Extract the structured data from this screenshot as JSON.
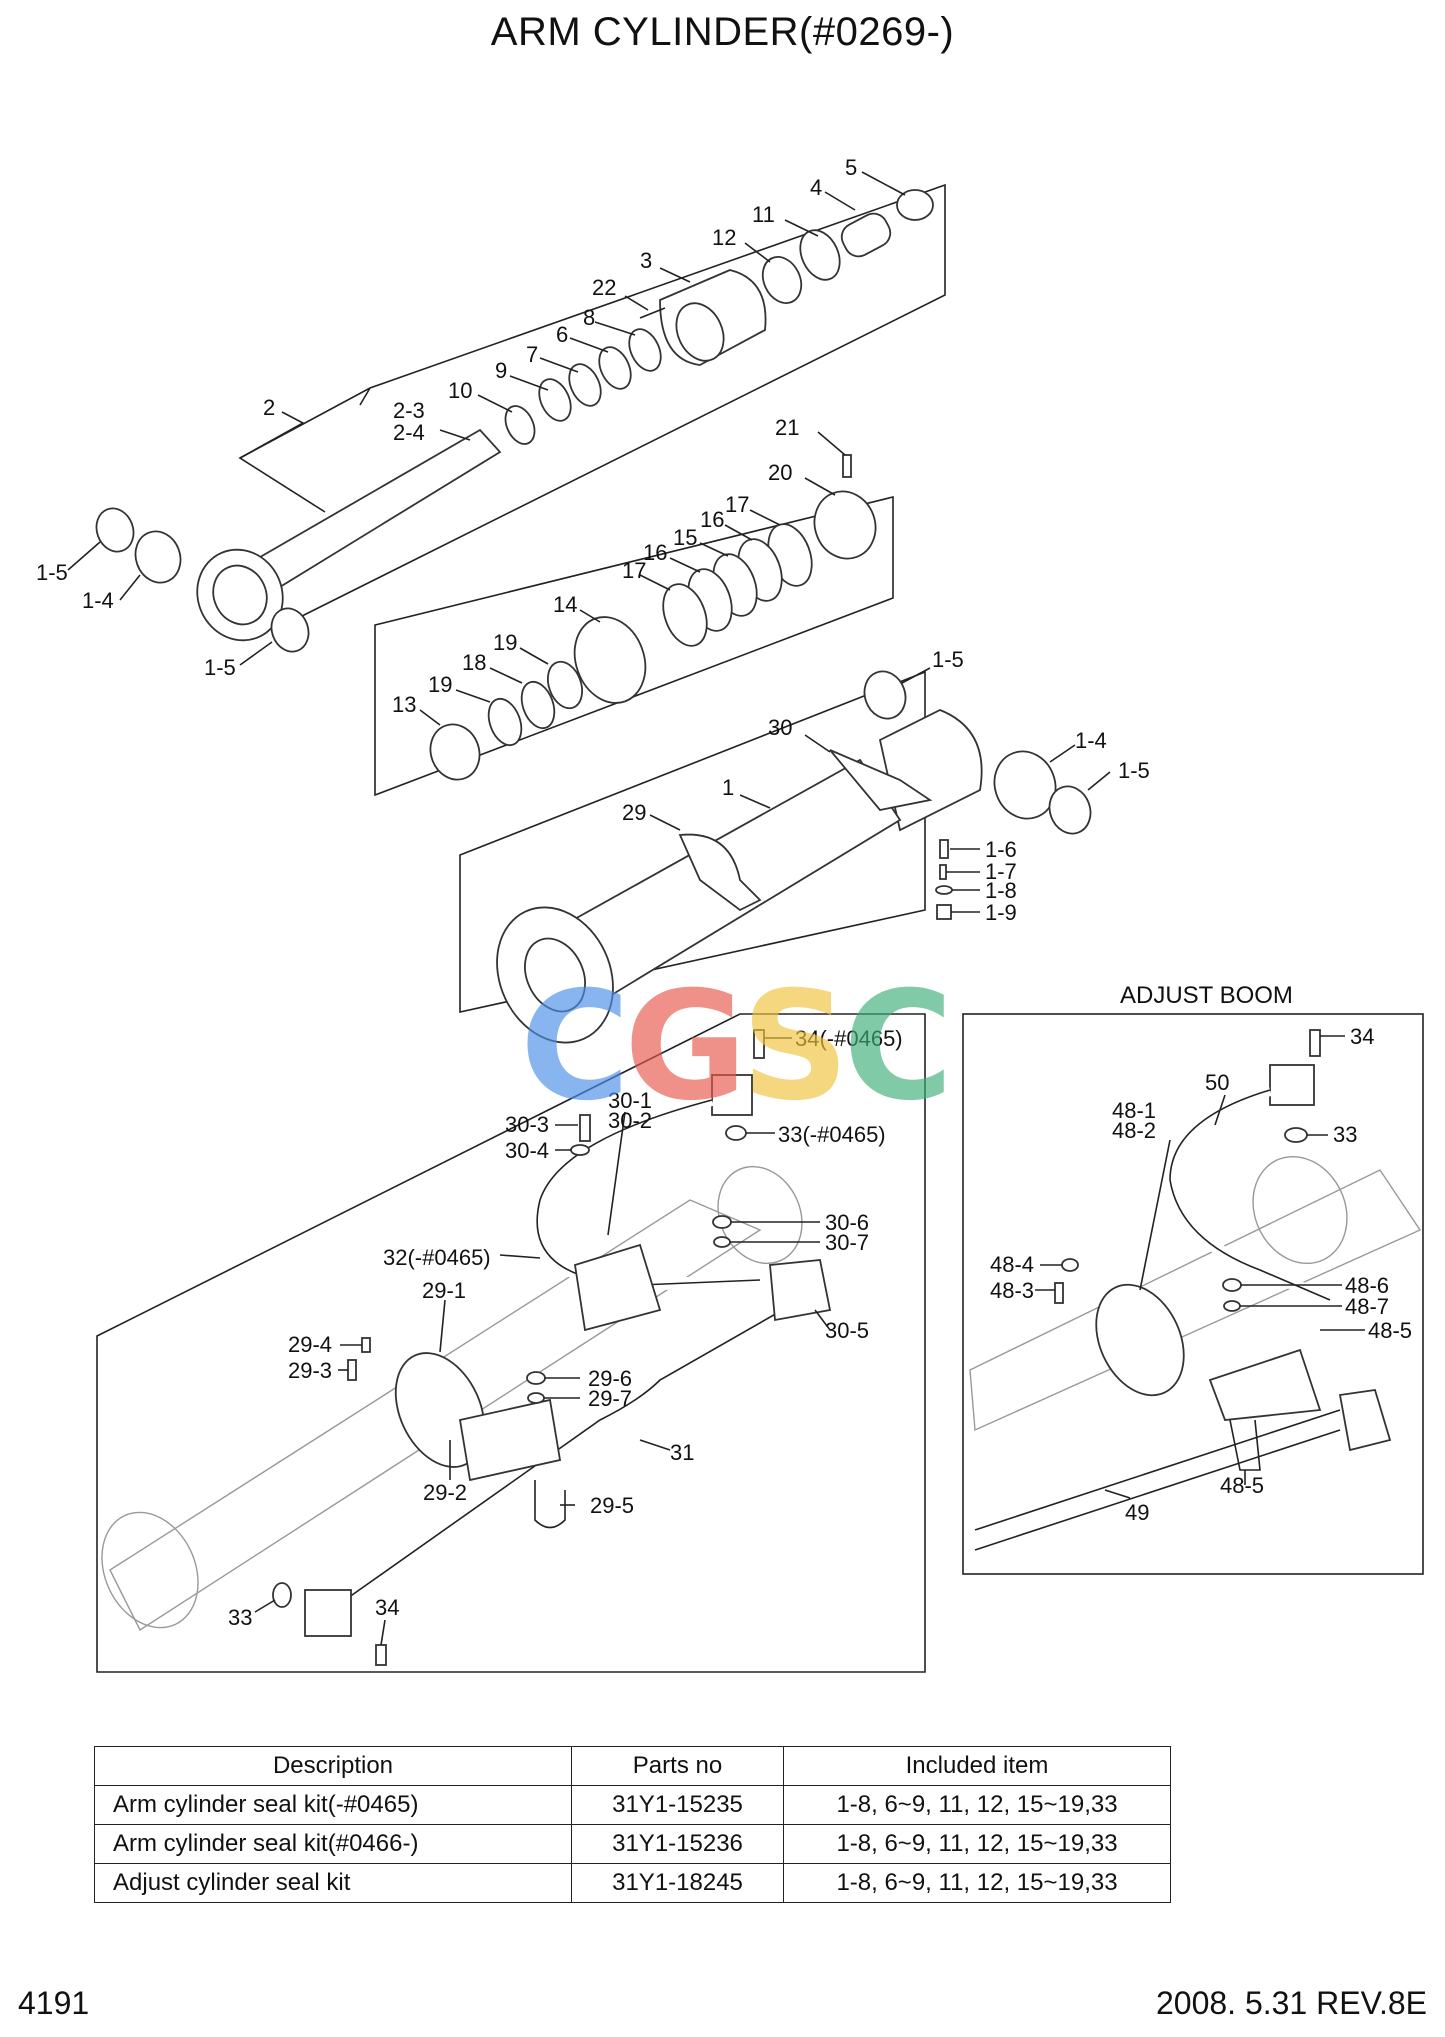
{
  "title": "ARM CYLINDER(#0269-)",
  "adjust_boom_title": "ADJUST BOOM",
  "watermark": "CGSC",
  "page_number": "4191",
  "revision": "2008. 5.31  REV.8E",
  "labels": [
    {
      "id": "l5",
      "text": "5"
    },
    {
      "id": "l4",
      "text": "4"
    },
    {
      "id": "l11",
      "text": "11"
    },
    {
      "id": "l12",
      "text": "12"
    },
    {
      "id": "l3",
      "text": "3"
    },
    {
      "id": "l22",
      "text": "22"
    },
    {
      "id": "l8",
      "text": "8"
    },
    {
      "id": "l6",
      "text": "6"
    },
    {
      "id": "l7",
      "text": "7"
    },
    {
      "id": "l9",
      "text": "9"
    },
    {
      "id": "l10",
      "text": "10"
    },
    {
      "id": "l2",
      "text": "2"
    },
    {
      "id": "l2_3",
      "text": "2-3"
    },
    {
      "id": "l2_4",
      "text": "2-4"
    },
    {
      "id": "l1_5a",
      "text": "1-5"
    },
    {
      "id": "l1_4a",
      "text": "1-4"
    },
    {
      "id": "l1_5b",
      "text": "1-5"
    },
    {
      "id": "l21",
      "text": "21"
    },
    {
      "id": "l20",
      "text": "20"
    },
    {
      "id": "l17a",
      "text": "17"
    },
    {
      "id": "l16a",
      "text": "16"
    },
    {
      "id": "l15",
      "text": "15"
    },
    {
      "id": "l16b",
      "text": "16"
    },
    {
      "id": "l17b",
      "text": "17"
    },
    {
      "id": "l14",
      "text": "14"
    },
    {
      "id": "l19a",
      "text": "19"
    },
    {
      "id": "l18",
      "text": "18"
    },
    {
      "id": "l19b",
      "text": "19"
    },
    {
      "id": "l13",
      "text": "13"
    },
    {
      "id": "l1_5c",
      "text": "1-5"
    },
    {
      "id": "l30",
      "text": "30"
    },
    {
      "id": "l1",
      "text": "1"
    },
    {
      "id": "l1_4b",
      "text": "1-4"
    },
    {
      "id": "l1_5d",
      "text": "1-5"
    },
    {
      "id": "l29",
      "text": "29"
    },
    {
      "id": "l1_6",
      "text": "1-6"
    },
    {
      "id": "l1_7",
      "text": "1-7"
    },
    {
      "id": "l1_8",
      "text": "1-8"
    },
    {
      "id": "l1_9",
      "text": "1-9"
    },
    {
      "id": "l34a",
      "text": "34(-#0465)"
    },
    {
      "id": "l30_1",
      "text": "30-1"
    },
    {
      "id": "l30_2",
      "text": "30-2"
    },
    {
      "id": "l30_3",
      "text": "30-3"
    },
    {
      "id": "l30_4",
      "text": "30-4"
    },
    {
      "id": "l33a",
      "text": "33(-#0465)"
    },
    {
      "id": "l30_6",
      "text": "30-6"
    },
    {
      "id": "l30_7",
      "text": "30-7"
    },
    {
      "id": "l32",
      "text": "32(-#0465)"
    },
    {
      "id": "l29_1",
      "text": "29-1"
    },
    {
      "id": "l29_4",
      "text": "29-4"
    },
    {
      "id": "l29_3",
      "text": "29-3"
    },
    {
      "id": "l29_6",
      "text": "29-6"
    },
    {
      "id": "l29_7",
      "text": "29-7"
    },
    {
      "id": "l30_5",
      "text": "30-5"
    },
    {
      "id": "l31",
      "text": "31"
    },
    {
      "id": "l29_2",
      "text": "29-2"
    },
    {
      "id": "l29_5",
      "text": "29-5"
    },
    {
      "id": "l33b",
      "text": "33"
    },
    {
      "id": "l34b",
      "text": "34"
    },
    {
      "id": "l34c",
      "text": "34"
    },
    {
      "id": "l50",
      "text": "50"
    },
    {
      "id": "l48_1",
      "text": "48-1"
    },
    {
      "id": "l48_2",
      "text": "48-2"
    },
    {
      "id": "l33c",
      "text": "33"
    },
    {
      "id": "l48_4",
      "text": "48-4"
    },
    {
      "id": "l48_3",
      "text": "48-3"
    },
    {
      "id": "l48_6",
      "text": "48-6"
    },
    {
      "id": "l48_7",
      "text": "48-7"
    },
    {
      "id": "l48_5a",
      "text": "48-5"
    },
    {
      "id": "l48_5b",
      "text": "48-5"
    },
    {
      "id": "l49",
      "text": "49"
    }
  ],
  "table": {
    "headers": [
      "Description",
      "Parts no",
      "Included item"
    ],
    "rows": [
      [
        "Arm cylinder seal kit(-#0465)",
        "31Y1-15235",
        "1-8, 6~9, 11, 12, 15~19,33"
      ],
      [
        "Arm cylinder seal kit(#0466-)",
        "31Y1-15236",
        "1-8, 6~9, 11, 12, 15~19,33"
      ],
      [
        "Adjust cylinder seal kit",
        "31Y1-18245",
        "1-8, 6~9, 11, 12, 15~19,33"
      ]
    ]
  },
  "colors": {
    "logo_c1": "#4a8ee8",
    "logo_g": "#e8574a",
    "logo_s": "#f0c33c",
    "logo_c2": "#3fae7a"
  }
}
